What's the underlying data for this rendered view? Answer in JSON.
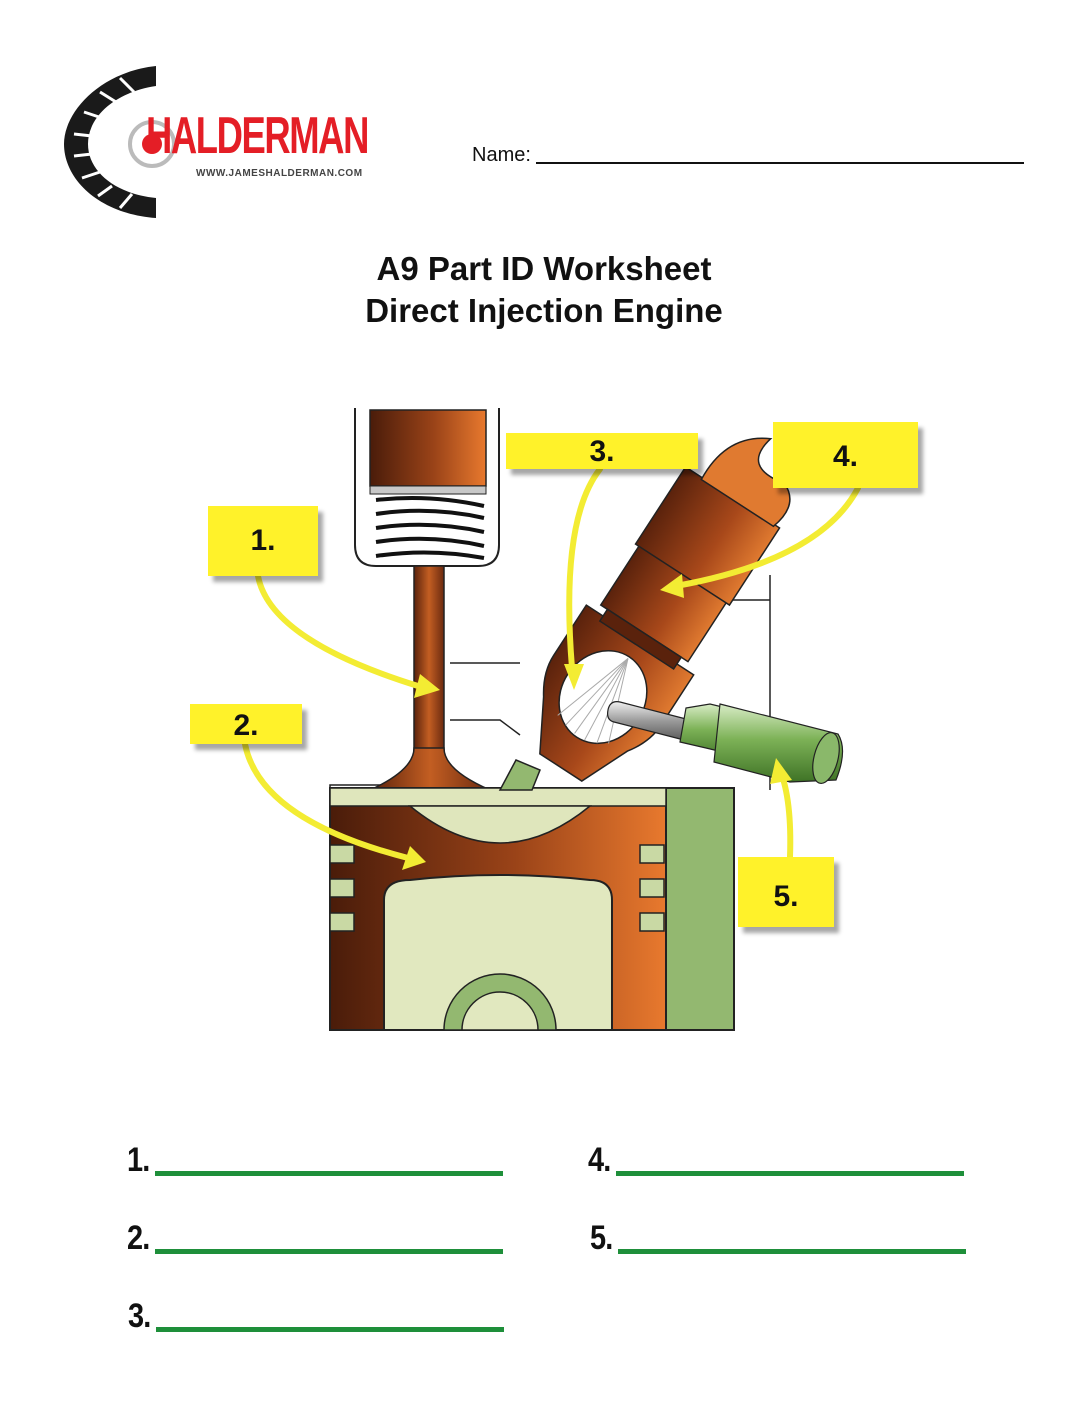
{
  "header": {
    "brand": "HALDERMAN",
    "website": "WWW.JAMESHALDERMAN.COM",
    "name_label": "Name:"
  },
  "title": {
    "line1": "A9 Part ID Worksheet",
    "line2": "Direct Injection Engine"
  },
  "callouts": [
    "1.",
    "2.",
    "3.",
    "4.",
    "5."
  ],
  "answers": [
    "1.",
    "2.",
    "3.",
    "4.",
    "5."
  ],
  "colors": {
    "brand_red": "#e41e26",
    "callout_yellow": "#fff22a",
    "answer_line_green": "#1e8f3a",
    "metal_brown": "#8a3a12",
    "metal_orange": "#e07a30",
    "coolant_green": "#93b870",
    "head_pale_green": "#e1e8bf",
    "spark_plug_green": "#6fa54a"
  }
}
